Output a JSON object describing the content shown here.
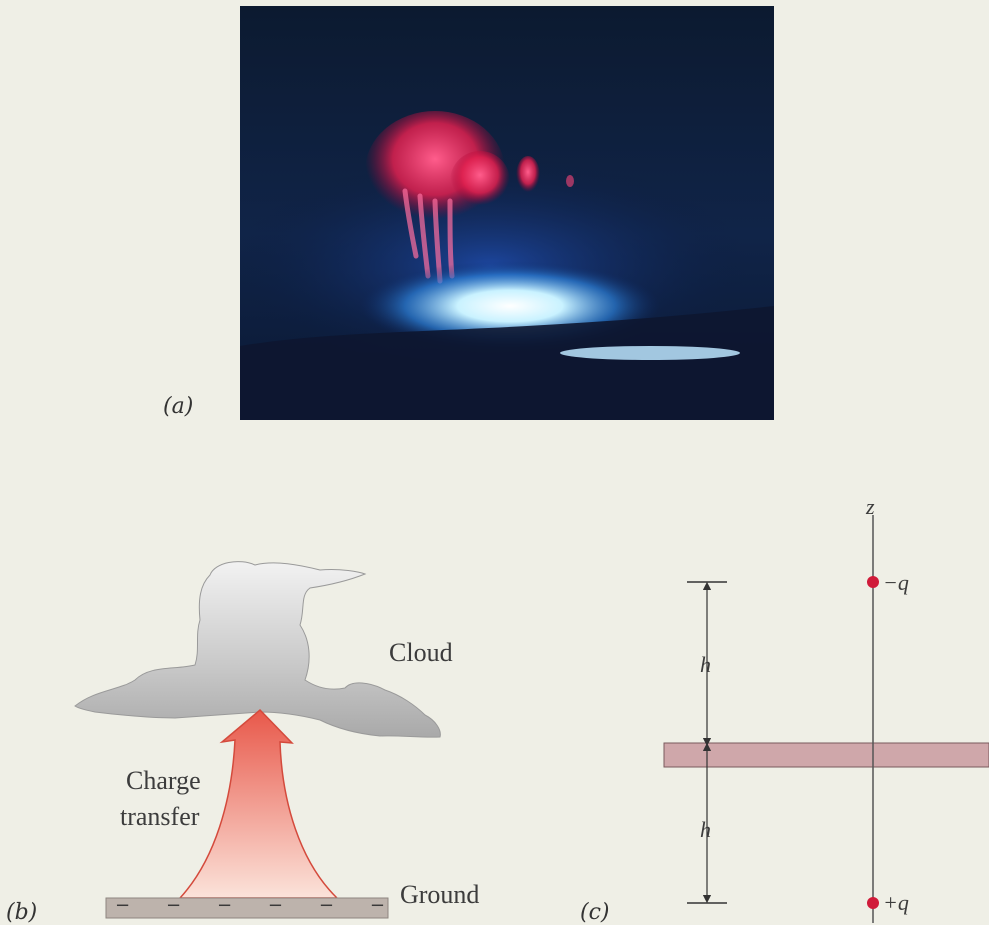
{
  "panel_a": {
    "label": "(a)"
  },
  "panel_b": {
    "label": "(b)",
    "cloud_label": "Cloud",
    "charge_label_line1": "Charge",
    "charge_label_line2": "transfer",
    "ground_label": "Ground",
    "ground_marks": [
      "−",
      "−",
      "−",
      "−",
      "−",
      "−"
    ]
  },
  "panel_c": {
    "label": "(c)",
    "axis_label": "z",
    "top_charge": "−q",
    "bottom_charge": "+q",
    "upper_distance": "h",
    "lower_distance": "h"
  },
  "colors": {
    "background": "#efefe6",
    "charge_dot": "#d01b3a",
    "slab": "#cfa7aa",
    "ground": "#bdb3ac",
    "arrow": "#e8584a"
  }
}
